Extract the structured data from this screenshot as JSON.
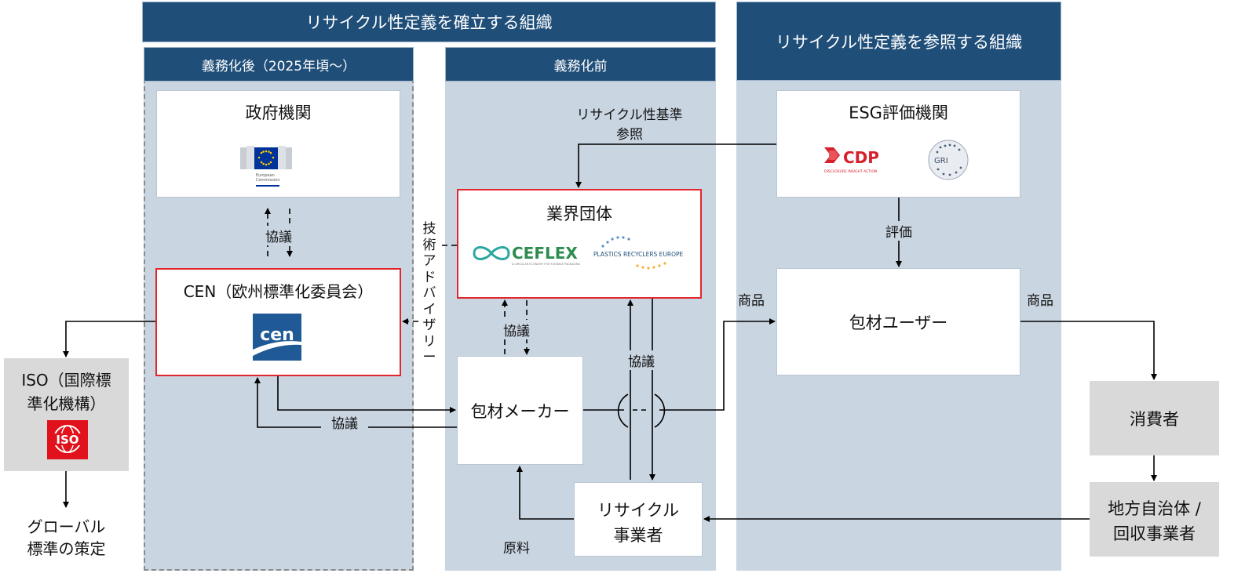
{
  "headers": {
    "establish": "リサイクル性定義を確立する組織",
    "reference": "リサイクル性定義を参照する組織",
    "after_mandate": "義務化後（2025年頃～）",
    "before_mandate": "義務化前"
  },
  "nodes": {
    "government": "政府機関",
    "european_commission": [
      "European",
      "Commission"
    ],
    "cen": "CEN（欧州標準化委員会）",
    "cen_logo_text": "cen",
    "industry": "業界団体",
    "ceflex": "CEFLEX",
    "ceflex_sub": "A CIRCULAR ECONOMY FOR FLEXIBLE PACKAGING",
    "pre": "PLASTICS RECYCLERS EUROPE",
    "esg": "ESG評価機関",
    "cdp": "CDP",
    "cdp_sub": "DISCLOSURE INSIGHT ACTION",
    "gri": "GRI",
    "packaging_maker": "包材メーカー",
    "packaging_user": "包材ユーザー",
    "recycler": [
      "リサイクル",
      "事業者"
    ],
    "iso": [
      "ISO（国際標",
      "準化機構）"
    ],
    "iso_logo": "ISO",
    "consumer": "消費者",
    "municipality": [
      "地方自治体 /",
      "回収事業者"
    ],
    "global_std": [
      "グローバル",
      "標準の策定"
    ]
  },
  "labels": {
    "consult_gov": "協議",
    "consult_ind": "協議",
    "consult_cen": "協議",
    "consult_rec": "協議",
    "tech_advisory": [
      "技",
      "術",
      "ア",
      "ド",
      "バ",
      "イ",
      "ザ",
      "リ",
      "ー"
    ],
    "criteria_ref": [
      "リサイクル性基準",
      "参照"
    ],
    "evaluation": "評価",
    "product_in": "商品",
    "product_out": "商品",
    "raw_material": "原料"
  },
  "colors": {
    "header_bg": "#1f4e79",
    "column_bg": "#c9d5e1",
    "highlight_border": "#e3262b",
    "grey_box": "#d9d9d9"
  }
}
